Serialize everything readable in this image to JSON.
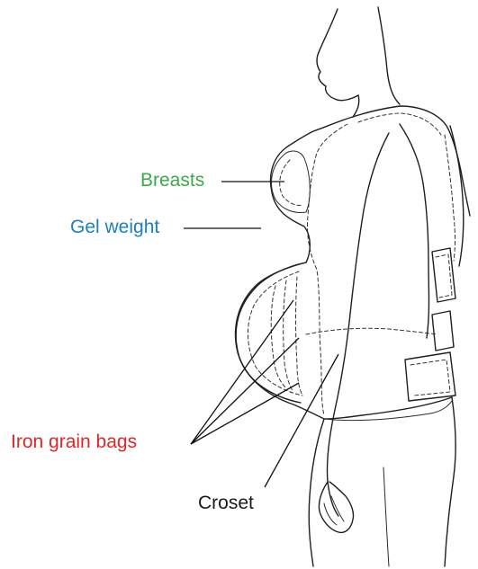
{
  "diagram": {
    "labels": {
      "breasts": "Breasts",
      "gel_weight": "Gel weight",
      "iron_grain_bags": "Iron grain bags",
      "croset": "Croset"
    },
    "colors": {
      "breasts": "#3daa4a",
      "gel_weight": "#1c7fc0",
      "iron_grain_bags": "#e0252a",
      "croset": "#1a1a1a"
    }
  }
}
